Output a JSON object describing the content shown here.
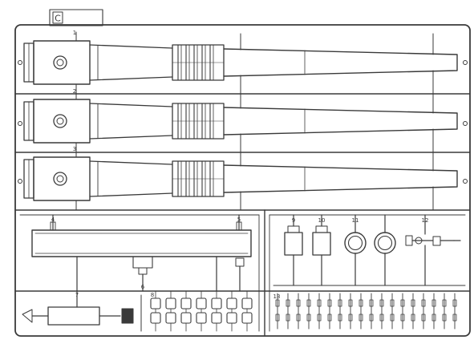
{
  "sprue": {
    "tab_letter": "C",
    "colors": {
      "line": "#3a3a3a",
      "paper": "#ffffff"
    },
    "barrels": [
      {
        "part_number": "1"
      },
      {
        "part_number": "2"
      },
      {
        "part_number": "3"
      }
    ],
    "lower_left": {
      "labels": [
        "4",
        "5",
        "6",
        "7",
        "8"
      ],
      "rings_count": 7
    },
    "lower_right": {
      "labels": [
        "9",
        "10",
        "11",
        "12"
      ],
      "small_parts_label": "13",
      "small_parts_count": 18
    }
  }
}
